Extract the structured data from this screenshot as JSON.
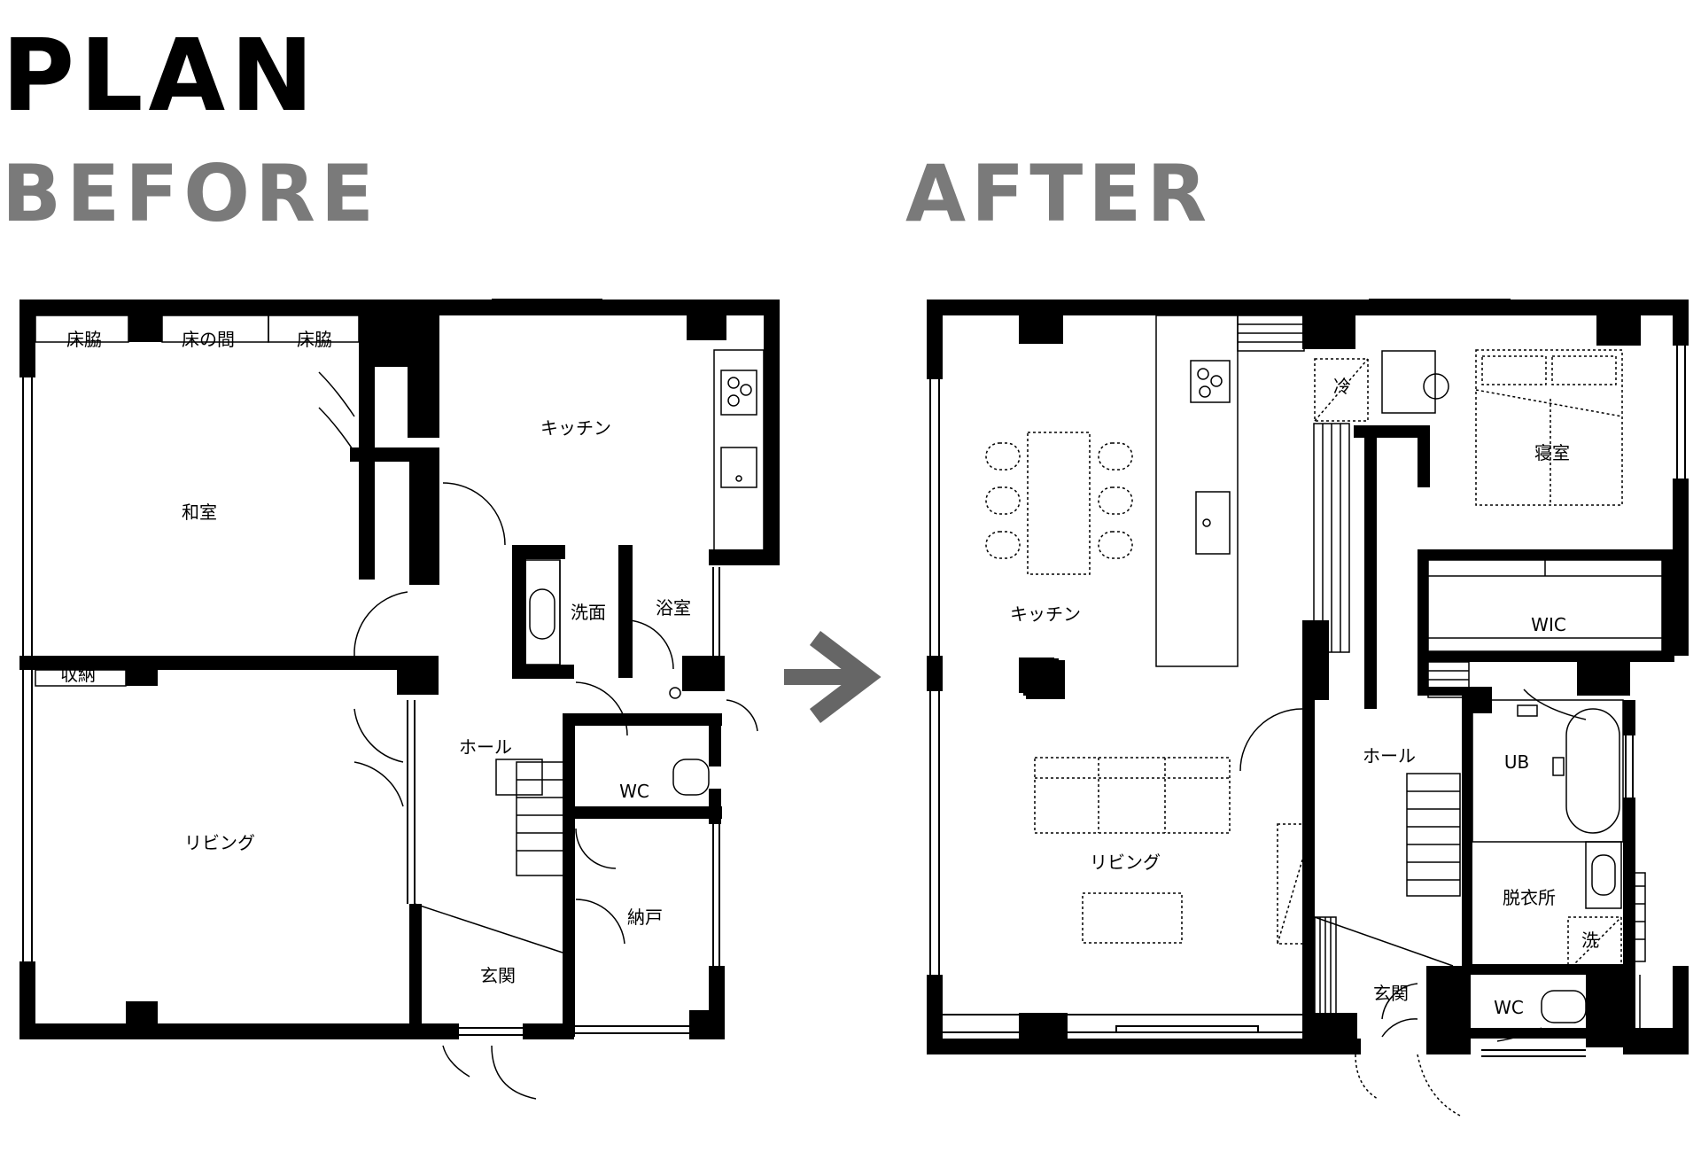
{
  "title": "PLAN",
  "before": {
    "label": "BEFORE",
    "rooms": {
      "tokowaki_left": "床脇",
      "tokonoma": "床の間",
      "tokowaki_right": "床脇",
      "washitsu": "和室",
      "kitchen": "キッチン",
      "senmen": "洗面",
      "yokushitsu": "浴室",
      "shuno": "収納",
      "hall": "ホール",
      "wc": "WC",
      "living": "リビング",
      "nando": "納戸",
      "genkan": "玄関"
    }
  },
  "after": {
    "label": "AFTER",
    "rooms": {
      "rei": "冷",
      "shinshitsu": "寝室",
      "kitchen": "キッチン",
      "wic": "WIC",
      "hall": "ホール",
      "ub": "UB",
      "living": "リビング",
      "datsuijo": "脱衣所",
      "sen": "洗",
      "genkan": "玄関",
      "wc": "WC"
    }
  },
  "colors": {
    "wall": "#000000",
    "heading_gray": "#7a7a7a",
    "arrow": "#666666"
  }
}
